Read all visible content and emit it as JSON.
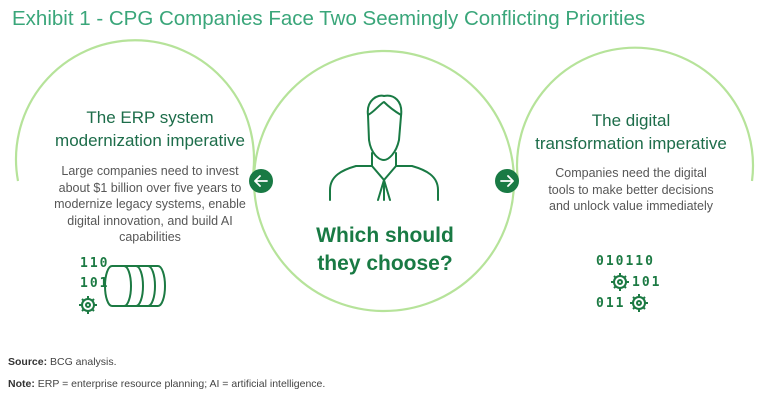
{
  "title": "Exhibit 1 - CPG Companies Face Two Seemingly Conflicting Priorities",
  "left": {
    "heading_line1": "The ERP system",
    "heading_line2": "modernization imperative",
    "body_lines": [
      "Large companies need to invest",
      "about $1 billion over five years to",
      "modernize legacy systems, enable",
      "digital innovation, and build AI",
      "capabilities"
    ],
    "code_lines": [
      "110",
      "101"
    ]
  },
  "right": {
    "heading_line1": "The digital",
    "heading_line2": "transformation imperative",
    "body_lines": [
      "Companies need the digital",
      "tools to make better decisions",
      "and unlock value immediately"
    ],
    "code_lines": [
      "010110",
      "101",
      "011"
    ]
  },
  "center": {
    "line1": "Which should",
    "line2": "they choose?"
  },
  "icons": {
    "left_arrow": "arrow-left-icon",
    "right_arrow": "arrow-right-icon",
    "person": "person-icon",
    "database": "database-icon",
    "gear": "gear-icon"
  },
  "colors": {
    "accent": "#3aa67a",
    "ring": "#b6e39a",
    "dark_green": "#197a44",
    "heading": "#1d6d4a"
  },
  "footer": {
    "source_label": "Source:",
    "source_text": " BCG analysis.",
    "note_label": "Note:",
    "note_text": " ERP = enterprise resource planning; AI = artificial intelligence."
  }
}
